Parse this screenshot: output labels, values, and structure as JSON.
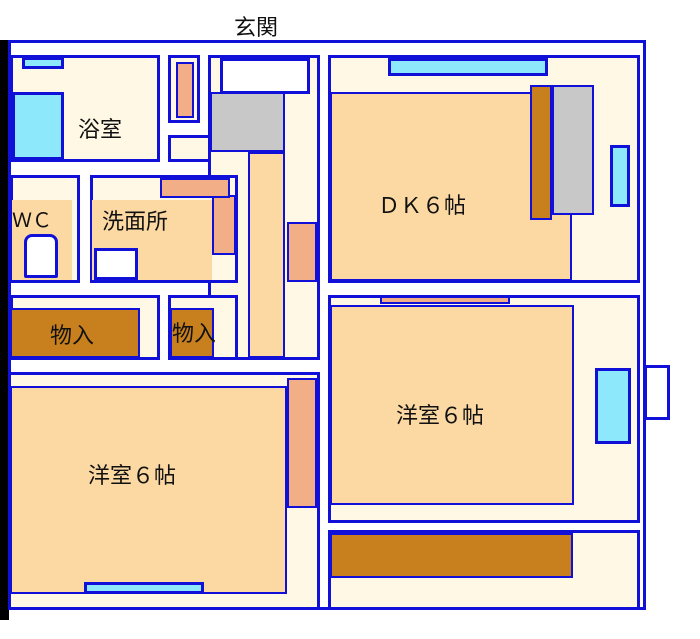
{
  "labels": {
    "entrance": "玄関",
    "bathroom": "浴室",
    "wc": "ＷＣ",
    "washroom": "洗面所",
    "storage_1": "物入",
    "storage_2": "物入",
    "dk": "ＤＫ６帖",
    "western_room_right": "洋室６帖",
    "western_room_left": "洋室６帖"
  },
  "colors": {
    "wall": "#1010d8",
    "floor": "#fcd9a2",
    "storage": "#c8801e",
    "window": "#8ee8fb"
  }
}
